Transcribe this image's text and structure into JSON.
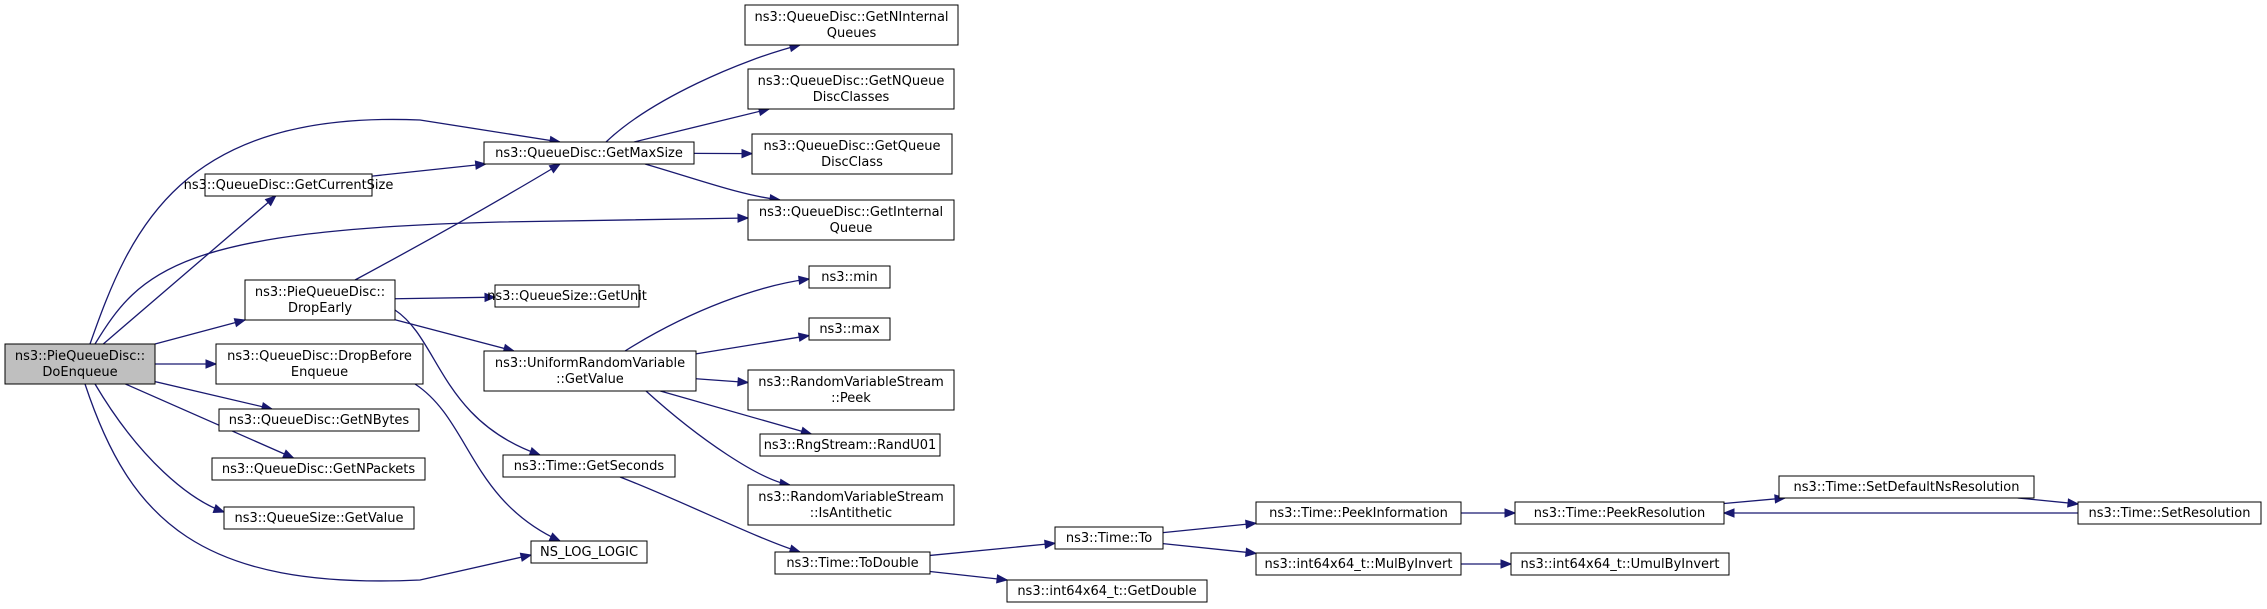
{
  "diagram": {
    "edge_color": "#191970",
    "root_fill": "#bfbfbf",
    "nodes": [
      {
        "id": "doenqueue",
        "lines": [
          "ns3::PieQueueDisc::",
          "DoEnqueue"
        ],
        "root": true
      },
      {
        "id": "getcurrentsize",
        "lines": [
          "ns3::QueueDisc::GetCurrentSize"
        ]
      },
      {
        "id": "dropearly",
        "lines": [
          "ns3::PieQueueDisc::",
          "DropEarly"
        ]
      },
      {
        "id": "dropbeforeenqueue",
        "lines": [
          "ns3::QueueDisc::DropBefore",
          "Enqueue"
        ]
      },
      {
        "id": "getnbytes",
        "lines": [
          "ns3::QueueDisc::GetNBytes"
        ]
      },
      {
        "id": "getnpackets",
        "lines": [
          "ns3::QueueDisc::GetNPackets"
        ]
      },
      {
        "id": "queuesize-getvalue",
        "lines": [
          "ns3::QueueSize::GetValue"
        ]
      },
      {
        "id": "getmaxsize",
        "lines": [
          "ns3::QueueDisc::GetMaxSize"
        ]
      },
      {
        "id": "getunit",
        "lines": [
          "ns3::QueueSize::GetUnit"
        ]
      },
      {
        "id": "urv-getvalue",
        "lines": [
          "ns3::UniformRandomVariable",
          "::GetValue"
        ]
      },
      {
        "id": "getseconds",
        "lines": [
          "ns3::Time::GetSeconds"
        ]
      },
      {
        "id": "ns-log-logic",
        "lines": [
          "NS_LOG_LOGIC"
        ]
      },
      {
        "id": "getninternalqueues",
        "lines": [
          "ns3::QueueDisc::GetNInternal",
          "Queues"
        ]
      },
      {
        "id": "getnqueuedisclasses",
        "lines": [
          "ns3::QueueDisc::GetNQueue",
          "DiscClasses"
        ]
      },
      {
        "id": "getqueuedisclass",
        "lines": [
          "ns3::QueueDisc::GetQueue",
          "DiscClass"
        ]
      },
      {
        "id": "getinternalqueue",
        "lines": [
          "ns3::QueueDisc::GetInternal",
          "Queue"
        ]
      },
      {
        "id": "min",
        "lines": [
          "ns3::min"
        ]
      },
      {
        "id": "max",
        "lines": [
          "ns3::max"
        ]
      },
      {
        "id": "rvs-peek",
        "lines": [
          "ns3::RandomVariableStream",
          "::Peek"
        ]
      },
      {
        "id": "randu01",
        "lines": [
          "ns3::RngStream::RandU01"
        ]
      },
      {
        "id": "isantithetic",
        "lines": [
          "ns3::RandomVariableStream",
          "::IsAntithetic"
        ]
      },
      {
        "id": "todouble",
        "lines": [
          "ns3::Time::ToDouble"
        ]
      },
      {
        "id": "to",
        "lines": [
          "ns3::Time::To"
        ]
      },
      {
        "id": "getdouble",
        "lines": [
          "ns3::int64x64_t::GetDouble"
        ]
      },
      {
        "id": "peekinformation",
        "lines": [
          "ns3::Time::PeekInformation"
        ]
      },
      {
        "id": "mulbyinvert",
        "lines": [
          "ns3::int64x64_t::MulByInvert"
        ]
      },
      {
        "id": "peekresolution",
        "lines": [
          "ns3::Time::PeekResolution"
        ]
      },
      {
        "id": "umulbyinvert",
        "lines": [
          "ns3::int64x64_t::UmulByInvert"
        ]
      },
      {
        "id": "setdefaultnsresolution",
        "lines": [
          "ns3::Time::SetDefaultNsResolution"
        ]
      },
      {
        "id": "setresolution",
        "lines": [
          "ns3::Time::SetResolution"
        ]
      }
    ],
    "edges": [
      {
        "from": "doenqueue",
        "to": "getmaxsize"
      },
      {
        "from": "doenqueue",
        "to": "getcurrentsize"
      },
      {
        "from": "doenqueue",
        "to": "getinternalqueue"
      },
      {
        "from": "doenqueue",
        "to": "dropearly"
      },
      {
        "from": "doenqueue",
        "to": "dropbeforeenqueue"
      },
      {
        "from": "doenqueue",
        "to": "getnbytes"
      },
      {
        "from": "doenqueue",
        "to": "getnpackets"
      },
      {
        "from": "doenqueue",
        "to": "queuesize-getvalue"
      },
      {
        "from": "doenqueue",
        "to": "ns-log-logic"
      },
      {
        "from": "getcurrentsize",
        "to": "getmaxsize"
      },
      {
        "from": "dropearly",
        "to": "getmaxsize"
      },
      {
        "from": "dropearly",
        "to": "getunit"
      },
      {
        "from": "dropearly",
        "to": "urv-getvalue"
      },
      {
        "from": "dropearly",
        "to": "getseconds"
      },
      {
        "from": "dropbeforeenqueue",
        "to": "ns-log-logic"
      },
      {
        "from": "getmaxsize",
        "to": "getninternalqueues"
      },
      {
        "from": "getmaxsize",
        "to": "getnqueuedisclasses"
      },
      {
        "from": "getmaxsize",
        "to": "getqueuedisclass"
      },
      {
        "from": "getmaxsize",
        "to": "getinternalqueue"
      },
      {
        "from": "urv-getvalue",
        "to": "min"
      },
      {
        "from": "urv-getvalue",
        "to": "max"
      },
      {
        "from": "urv-getvalue",
        "to": "rvs-peek"
      },
      {
        "from": "urv-getvalue",
        "to": "randu01"
      },
      {
        "from": "urv-getvalue",
        "to": "isantithetic"
      },
      {
        "from": "getseconds",
        "to": "todouble"
      },
      {
        "from": "todouble",
        "to": "to"
      },
      {
        "from": "todouble",
        "to": "getdouble"
      },
      {
        "from": "to",
        "to": "peekinformation"
      },
      {
        "from": "to",
        "to": "mulbyinvert"
      },
      {
        "from": "peekinformation",
        "to": "peekresolution"
      },
      {
        "from": "mulbyinvert",
        "to": "umulbyinvert"
      },
      {
        "from": "peekresolution",
        "to": "setdefaultnsresolution"
      },
      {
        "from": "setdefaultnsresolution",
        "to": "setresolution"
      },
      {
        "from": "setresolution",
        "to": "peekresolution"
      }
    ]
  }
}
